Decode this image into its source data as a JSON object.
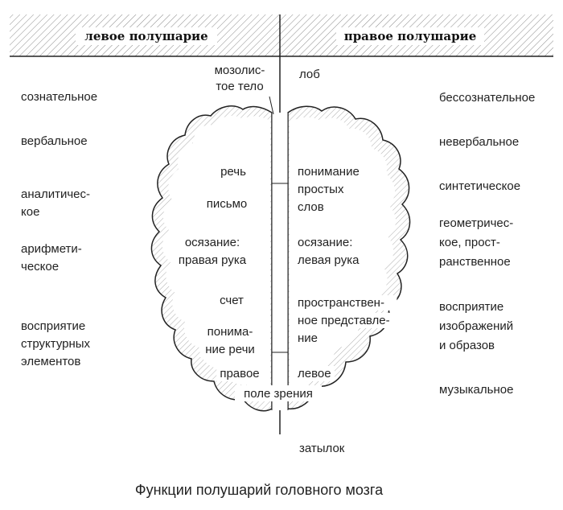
{
  "header": {
    "left_title": "левое полушарие",
    "right_title": "правое полушарие"
  },
  "labels": {
    "corpus_callosum": [
      "мозолис-",
      "тое тело"
    ],
    "forehead": "лоб",
    "occiput": "затылок",
    "left_functions": [
      [
        "сознательное"
      ],
      [
        "вербальное"
      ],
      [
        "аналитичес-",
        "кое"
      ],
      [
        "арифмети-",
        "ческое"
      ],
      [
        "восприятие",
        "структурных",
        "элементов"
      ]
    ],
    "right_functions": [
      [
        "бессознательное"
      ],
      [
        "невербальное"
      ],
      [
        "синтетическое"
      ],
      [
        "геометричес-",
        "кое, прост-",
        "ранственное"
      ],
      [
        "восприятие",
        "изображений",
        "и образов"
      ],
      [
        "музыкальное"
      ]
    ],
    "left_brain": [
      [
        "речь"
      ],
      [
        "письмо"
      ],
      [
        "осязание:",
        "правая рука"
      ],
      [
        "счет"
      ],
      [
        "понима-",
        "ние речи"
      ],
      [
        "правое"
      ]
    ],
    "right_brain": [
      [
        "понимание",
        "простых",
        "слов"
      ],
      [
        "осязание:",
        "левая рука"
      ],
      [
        "пространствен-",
        "ное представле-",
        "ние"
      ],
      [
        "левое"
      ]
    ],
    "visual_field": "поле зрения"
  },
  "caption": "Функции полушарий головного мозга",
  "colors": {
    "ink": "#222222",
    "hatch": "#8a8a8a",
    "background": "#ffffff"
  }
}
